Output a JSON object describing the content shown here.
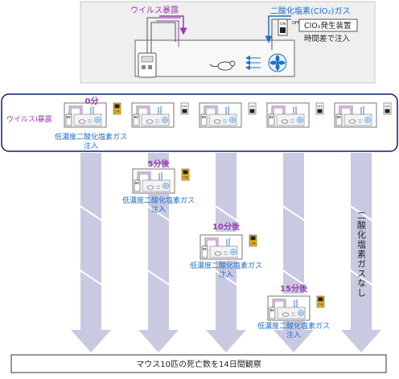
{
  "top": {
    "virus_label": "ウイルス暴露",
    "gas_label": "二酸化塩素(ClO₂)ガス",
    "switch_on": "ON",
    "switch_off": "OFF",
    "generator_label": "ClO₂発生装置",
    "timing_label": "時間差で注入"
  },
  "row": {
    "virus_label": "ウイルスⅠ暴露",
    "time0": "0分",
    "inject_label": "低濃度二酸化塩素ガス",
    "inject_label2": "注入",
    "switch_on": "ON",
    "switch_off": "OFF"
  },
  "branches": [
    {
      "time": "5分後",
      "label1": "低濃度二酸化塩素ガス",
      "label2": "注入"
    },
    {
      "time": "10分後",
      "label1": "低濃度二酸化塩素ガス",
      "label2": "注入"
    },
    {
      "time": "15分後",
      "label1": "低濃度二酸化塩素ガス",
      "label2": "注入"
    }
  ],
  "no_gas_label": "二酸化塩素ガスなし",
  "footer": "マウス10匹の死亡数を14日間観察",
  "colors": {
    "arrow": "#c9c9e2",
    "purple": "#9b3bb0",
    "blue": "#1e6fc8",
    "navy": "#0d1f6e",
    "switch": "#f6c21b"
  }
}
